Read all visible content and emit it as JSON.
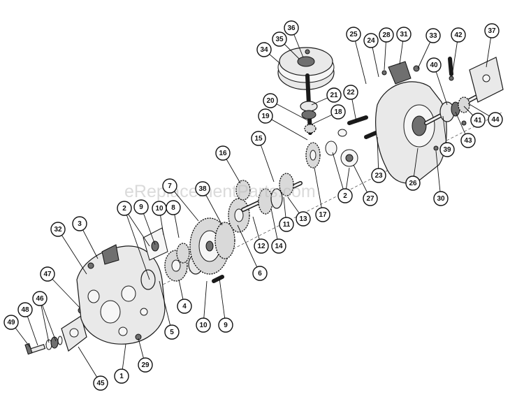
{
  "watermark": "eReplacementParts.com",
  "callouts": [
    {
      "label": "1"
    },
    {
      "label": "2"
    },
    {
      "label": "3"
    },
    {
      "label": "9"
    },
    {
      "label": "10"
    },
    {
      "label": "32"
    },
    {
      "label": "47"
    },
    {
      "label": "46"
    },
    {
      "label": "48"
    },
    {
      "label": "49"
    },
    {
      "label": "45"
    },
    {
      "label": "29"
    },
    {
      "label": "5"
    },
    {
      "label": "4"
    },
    {
      "label": "10"
    },
    {
      "label": "9"
    },
    {
      "label": "8"
    },
    {
      "label": "7"
    },
    {
      "label": "38"
    },
    {
      "label": "6"
    },
    {
      "label": "16"
    },
    {
      "label": "12"
    },
    {
      "label": "14"
    },
    {
      "label": "11"
    },
    {
      "label": "13"
    },
    {
      "label": "15"
    },
    {
      "label": "17"
    },
    {
      "label": "19"
    },
    {
      "label": "20"
    },
    {
      "label": "18"
    },
    {
      "label": "21"
    },
    {
      "label": "34"
    },
    {
      "label": "35"
    },
    {
      "label": "36"
    },
    {
      "label": "22"
    },
    {
      "label": "2"
    },
    {
      "label": "27"
    },
    {
      "label": "23"
    },
    {
      "label": "26"
    },
    {
      "label": "25"
    },
    {
      "label": "24"
    },
    {
      "label": "28"
    },
    {
      "label": "31"
    },
    {
      "label": "33"
    },
    {
      "label": "42"
    },
    {
      "label": "37"
    },
    {
      "label": "40"
    },
    {
      "label": "41"
    },
    {
      "label": "43"
    },
    {
      "label": "44"
    },
    {
      "label": "39"
    },
    {
      "label": "30"
    }
  ]
}
